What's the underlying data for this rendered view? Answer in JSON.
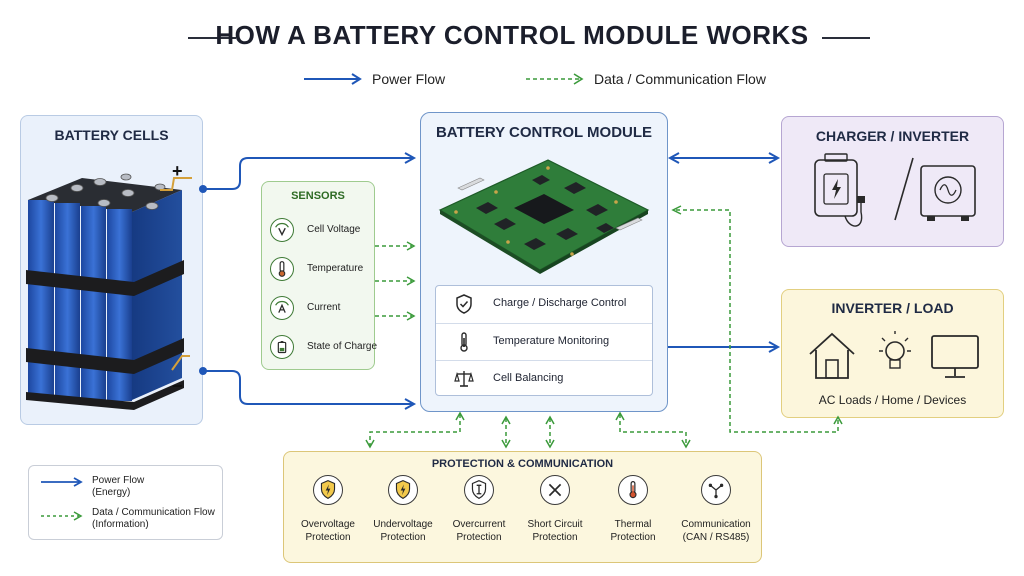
{
  "title": "HOW A BATTERY CONTROL MODULE WORKS",
  "legend_top": {
    "power": "Power Flow",
    "data": "Data / Communication Flow"
  },
  "battery": {
    "title": "BATTERY CELLS",
    "plus": "+",
    "minus": "−"
  },
  "sensors": {
    "title": "SENSORS",
    "items": [
      {
        "label": "Cell Voltage",
        "icon": "voltmeter-icon"
      },
      {
        "label": "Temperature",
        "icon": "thermometer-icon"
      },
      {
        "label": "Current",
        "icon": "ammeter-icon"
      },
      {
        "label": "State of Charge",
        "icon": "battery-level-icon"
      }
    ]
  },
  "bcm": {
    "title": "BATTERY CONTROL MODULE",
    "functions": [
      {
        "label": "Charge / Discharge Control",
        "icon": "shield-check-icon"
      },
      {
        "label": "Temperature Monitoring",
        "icon": "thermometer-icon"
      },
      {
        "label": "Cell Balancing",
        "icon": "balance-scale-icon"
      }
    ]
  },
  "charger": {
    "title": "CHARGER / INVERTER"
  },
  "load": {
    "title": "INVERTER / LOAD",
    "caption": "AC Loads / Home / Devices"
  },
  "protection": {
    "title": "PROTECTION & COMMUNICATION",
    "items": [
      {
        "line1": "Overvoltage",
        "line2": "Protection",
        "icon": "lightning-shield-icon"
      },
      {
        "line1": "Undervoltage",
        "line2": "Protection",
        "icon": "lightning-shield-icon"
      },
      {
        "line1": "Overcurrent",
        "line2": "Protection",
        "icon": "current-shield-icon"
      },
      {
        "line1": "Short Circuit",
        "line2": "Protection",
        "icon": "cross-icon"
      },
      {
        "line1": "Thermal",
        "line2": "Protection",
        "icon": "thermometer-icon"
      },
      {
        "line1": "Communication",
        "line2": "(CAN / RS485)",
        "icon": "network-icon"
      }
    ]
  },
  "legend_bottom": {
    "power_line1": "Power Flow",
    "power_line2": "(Energy)",
    "data_line1": "Data / Communication Flow",
    "data_line2": "(Information)"
  },
  "colors": {
    "power": "#1f57b8",
    "data": "#3a9a3a",
    "cell_blue": "#2456b8",
    "pcb_green": "#2f7d3a"
  }
}
